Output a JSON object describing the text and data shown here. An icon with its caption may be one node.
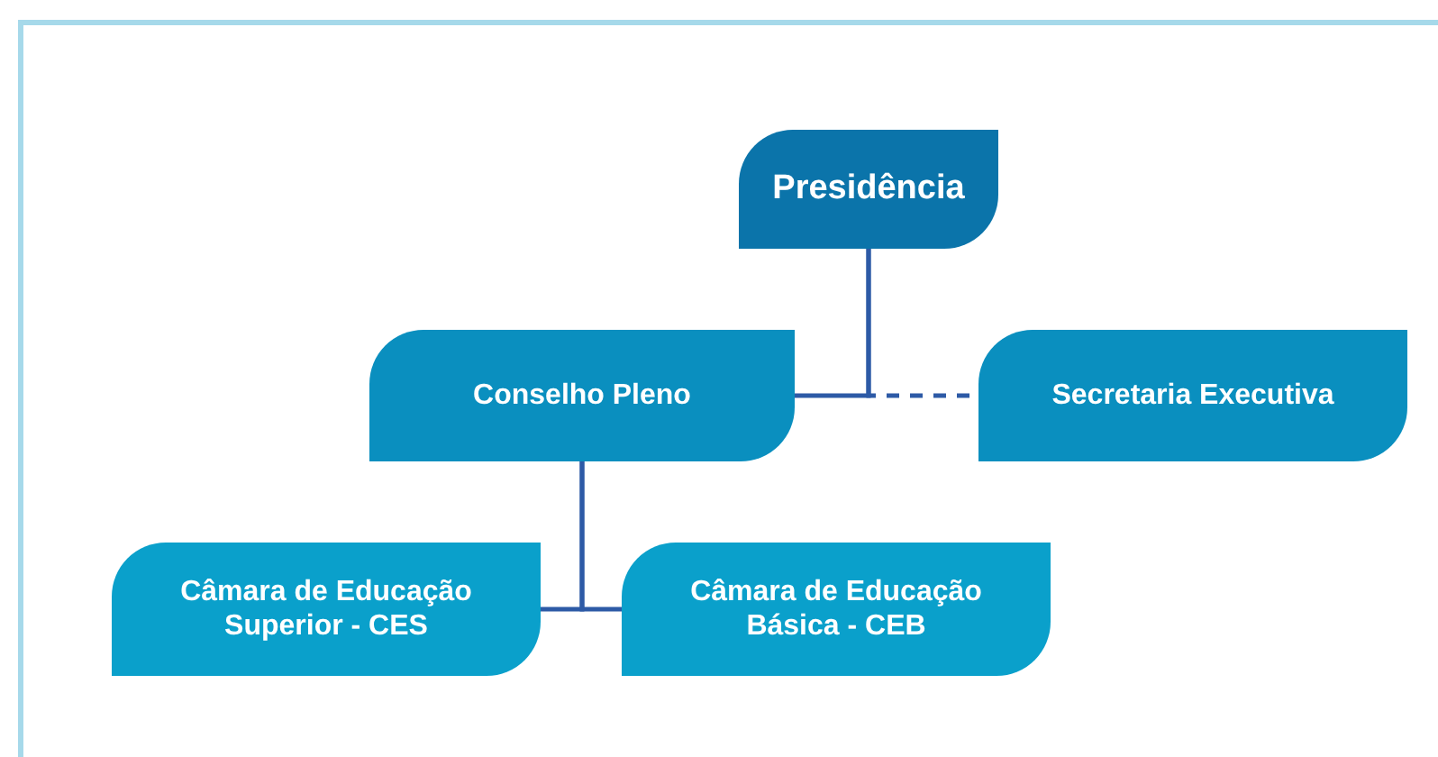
{
  "diagram": {
    "nodes": [
      {
        "text": [
          "Presidência"
        ]
      },
      {
        "text": [
          "Conselho Pleno"
        ]
      },
      {
        "text": [
          "Secretaria Executiva"
        ]
      },
      {
        "text": [
          "Câmara de Educação Superior - CES"
        ]
      },
      {
        "text": [
          "Câmara de Educação Básica - CEB"
        ]
      }
    ],
    "edges": [
      {
        "from": 0,
        "to": 1,
        "arrow": "none"
      },
      {
        "from": 0,
        "to": 2,
        "arrow": "none",
        "style": "dashed"
      },
      {
        "from": 1,
        "to": 3,
        "arrow": "none"
      },
      {
        "from": 1,
        "to": 4,
        "arrow": "none"
      }
    ]
  }
}
